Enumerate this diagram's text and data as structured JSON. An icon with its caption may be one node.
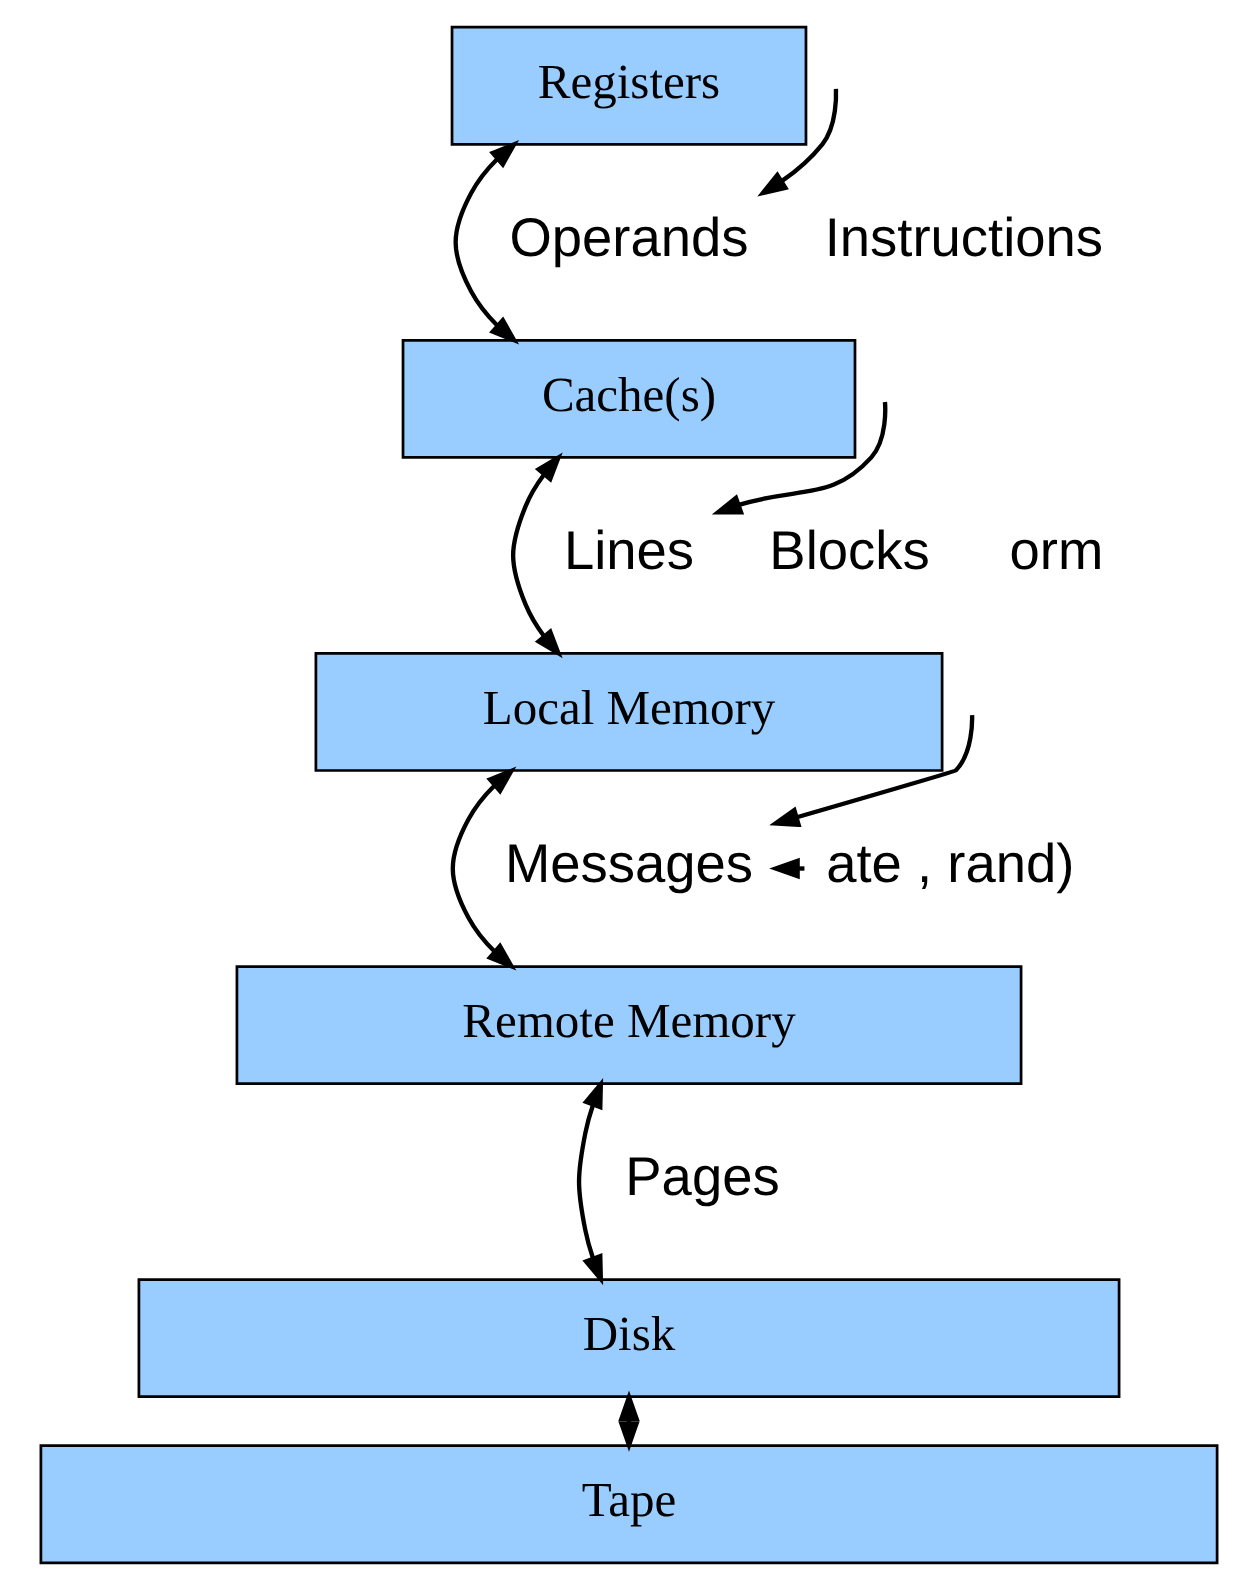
{
  "diagram": {
    "nodes": [
      {
        "text": [
          "Registers"
        ]
      },
      {
        "text": [
          "Cache(s)"
        ]
      },
      {
        "text": [
          "Local Memory"
        ]
      },
      {
        "text": [
          "Remote Memory"
        ]
      },
      {
        "text": [
          "Disk"
        ]
      },
      {
        "text": [
          "Tape"
        ]
      },
      {
        "text": [
          "Operands"
        ]
      },
      {
        "text": [
          "Instructions"
        ]
      },
      {
        "text": [
          "Lines"
        ]
      },
      {
        "text": [
          "Blocks"
        ]
      },
      {
        "text": [
          "Messages"
        ]
      },
      {
        "text": [
          "Pages"
        ]
      },
      {
        "text": [
          "ate , rand)"
        ]
      }
    ],
    "edges": [
      {
        "from": 0,
        "to": 1,
        "arrow": "both"
      },
      {
        "from": 1,
        "to": 2,
        "arrow": "both"
      },
      {
        "from": 2,
        "to": 3,
        "arrow": "both"
      },
      {
        "from": 3,
        "to": 4,
        "arrow": "both"
      },
      {
        "from": 4,
        "to": 5,
        "arrow": "both"
      },
      {
        "from": null,
        "to": 6,
        "arrow": "to"
      },
      {
        "from": null,
        "to": 8,
        "arrow": "to"
      },
      {
        "from": null,
        "to": 10,
        "arrow": "to"
      },
      {
        "from": 12,
        "to": 10,
        "arrow": "to"
      }
    ],
    "labels": [
      "orm"
    ]
  }
}
